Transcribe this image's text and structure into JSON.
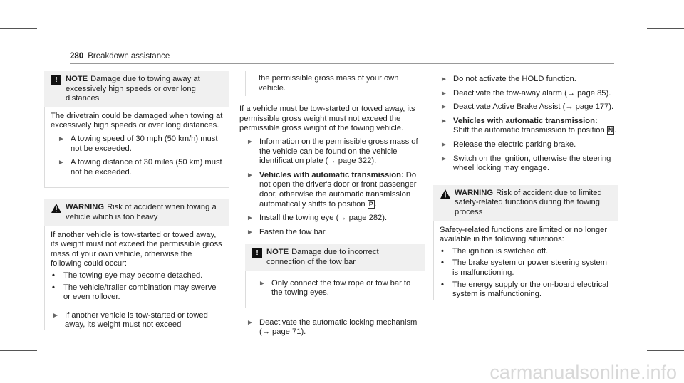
{
  "header": {
    "page_number": "280",
    "section": "Breakdown assistance"
  },
  "col1": {
    "note1": {
      "keyword": "NOTE",
      "title": "Damage due to towing away at excessively high speeds or over long distances"
    },
    "note1_body": "The drivetrain could be damaged when towing at excessively high speeds or over long distances.",
    "note1_steps": [
      "A towing speed of 30 mph (50 km/h) must not be exceeded.",
      "A towing distance of 30 miles (50 km) must not be exceeded."
    ],
    "warning": {
      "keyword": "WARNING",
      "title": "Risk of accident when towing a vehicle which is too heavy"
    },
    "warning_body": "If another vehicle is tow-started or towed away, its weight must not exceed the permissible gross mass of your own vehicle, otherwise the following could occur:",
    "warning_bullets": [
      "The towing eye may become detached.",
      "The vehicle/trailer combination may swerve or even rollover."
    ],
    "warning_step": "If another vehicle is tow-started or towed away, its weight must not exceed"
  },
  "col2": {
    "cont": "the permissible gross mass of your own vehicle.",
    "para": "If a vehicle must be tow-started or towed away, its permissible gross weight must not exceed the permissible gross weight of the towing vehicle.",
    "step1": "Information on the permissible gross mass of the vehicle can be found on the vehicle identification plate (→ page 322).",
    "step2_bold": "Vehicles with automatic transmission:",
    "step2": "Do not open the driver's door or front passenger door, otherwise the automatic transmission automatically shifts to position",
    "step2_gear": "P",
    "step3": "Install the towing eye (→ page 282).",
    "step4": "Fasten the tow bar.",
    "note2": {
      "keyword": "NOTE",
      "title": "Damage due to incorrect connection of the tow bar"
    },
    "note2_step": "Only connect the tow rope or tow bar to the towing eyes.",
    "step5": "Deactivate the automatic locking mechanism (→ page 71)."
  },
  "col3": {
    "step1": "Do not activate the HOLD function.",
    "step2": "Deactivate the tow-away alarm (→ page 85).",
    "step3": "Deactivate Active Brake Assist (→ page 177).",
    "step4_bold": "Vehicles with automatic transmission:",
    "step4": "Shift the automatic transmission to position",
    "step4_gear": "N",
    "step5": "Release the electric parking brake.",
    "step6": "Switch on the ignition, otherwise the steering wheel locking may engage.",
    "warning": {
      "keyword": "WARNING",
      "title": "Risk of accident due to limited safety-related functions during the towing process"
    },
    "warning_body": "Safety-related functions are limited or no longer available in the following situations:",
    "bullets": [
      "The ignition is switched off.",
      "The brake system or power steering system is malfunctioning.",
      "The energy supply or the on-board electrical system is malfunctioning."
    ]
  },
  "watermark": "carmanualsonline.info"
}
